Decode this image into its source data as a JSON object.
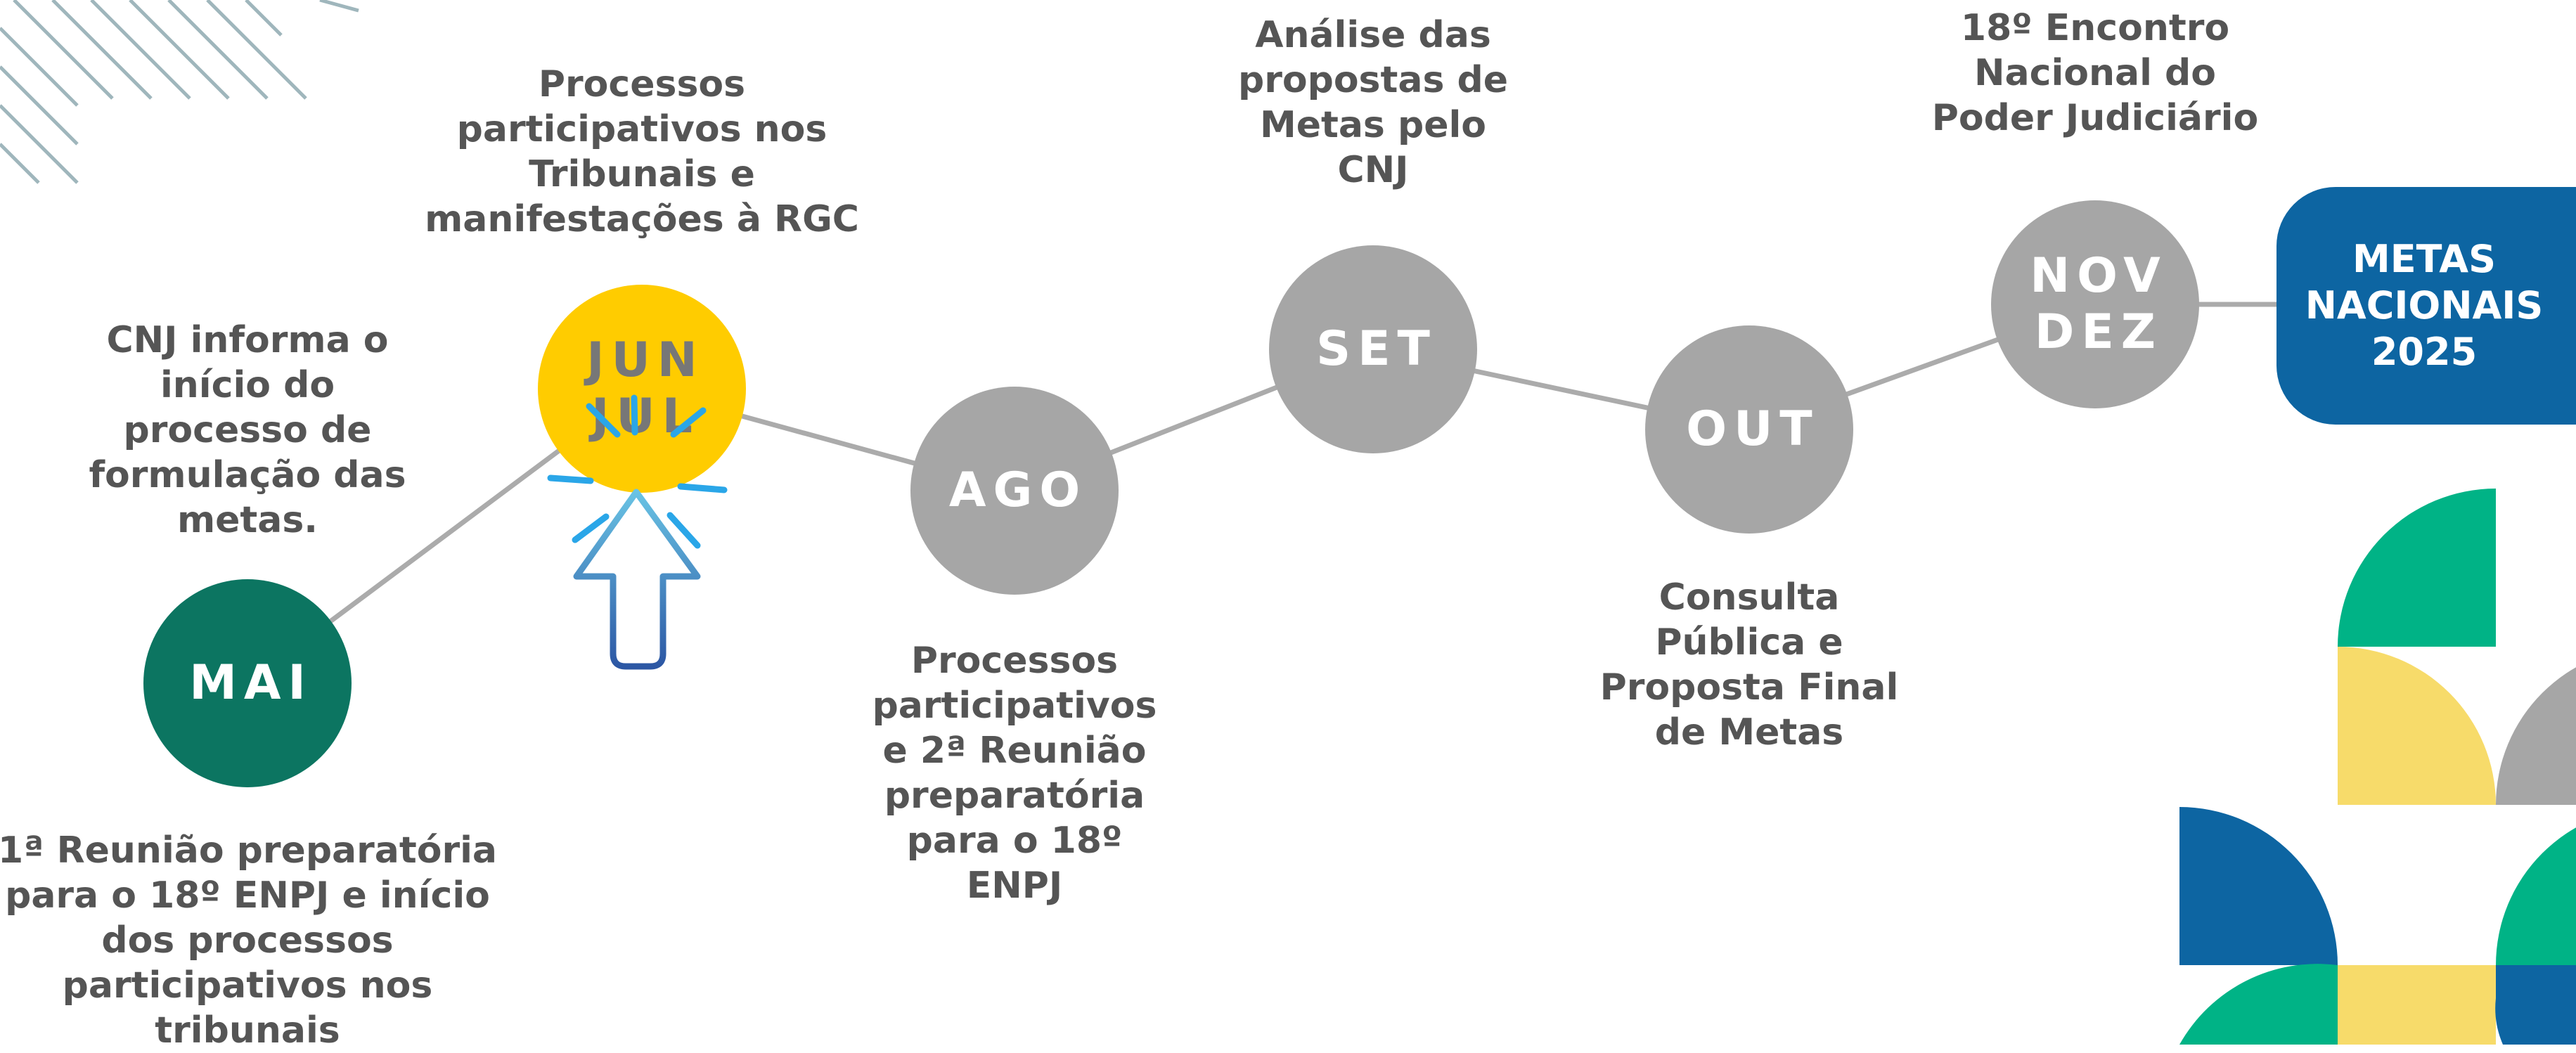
{
  "colors": {
    "line": "#ababab",
    "node_default": "#a6a6a6",
    "node_start": "#0c7561",
    "node_active": "#ffcc00",
    "node_active_text": "#777777",
    "final_box": "#0d65a2",
    "text": "#555555",
    "click_burst": "#2aa6e8",
    "cursor_top": "#69c3e4",
    "cursor_bottom": "#2c57a4",
    "deco_green": "#00b386",
    "deco_yellow": "#f7db6a",
    "deco_blue": "#0d65a2",
    "deco_gray": "#a6a6a6",
    "stripes": "#9fb6bc"
  },
  "timeline": {
    "nodes": [
      {
        "id": "mai",
        "lines": [
          "MAI"
        ],
        "state": "start"
      },
      {
        "id": "jun-jul",
        "lines": [
          "JUN",
          "JUL"
        ],
        "state": "active"
      },
      {
        "id": "ago",
        "lines": [
          "AGO"
        ],
        "state": "default"
      },
      {
        "id": "set",
        "lines": [
          "SET"
        ],
        "state": "default"
      },
      {
        "id": "out",
        "lines": [
          "OUT"
        ],
        "state": "default"
      },
      {
        "id": "nov-dez",
        "lines": [
          "NOV",
          "DEZ"
        ],
        "state": "default"
      }
    ],
    "labels": [
      {
        "id": "mai-top",
        "lines": [
          "CNJ informa o",
          "início do",
          "processo de",
          "formulação das",
          "metas."
        ]
      },
      {
        "id": "mai-bottom",
        "lines": [
          "1ª Reunião preparatória",
          "para o 18º ENPJ e início",
          "dos processos",
          "participativos nos",
          "tribunais"
        ]
      },
      {
        "id": "jun-jul-top",
        "lines": [
          "Processos",
          "participativos nos",
          "Tribunais e",
          "manifestações à RGC"
        ]
      },
      {
        "id": "ago-bottom",
        "lines": [
          "Processos",
          "participativos",
          "e 2ª Reunião",
          "preparatória",
          "para o 18º",
          "ENPJ"
        ]
      },
      {
        "id": "set-top",
        "lines": [
          "Análise das",
          "propostas de",
          "Metas pelo",
          "CNJ"
        ]
      },
      {
        "id": "out-bottom",
        "lines": [
          "Consulta",
          "Pública e",
          "Proposta Final",
          "de Metas"
        ]
      },
      {
        "id": "nov-dez-top",
        "lines": [
          "18º Encontro",
          "Nacional do",
          "Poder Judiciário"
        ]
      }
    ],
    "final": {
      "lines": [
        "METAS",
        "NACIONAIS",
        "2025"
      ]
    }
  }
}
